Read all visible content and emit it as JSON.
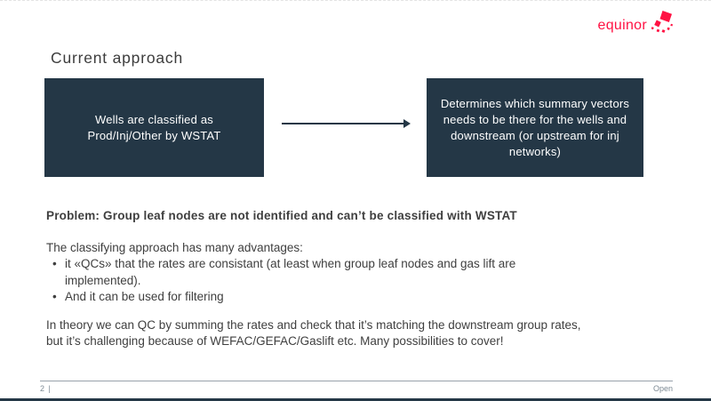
{
  "slide": {
    "title": "Current approach",
    "logo": {
      "text": "equinor",
      "symbol": "equinor-star",
      "color": "#ff1243"
    },
    "flow": {
      "left_box": "Wells are classified as\nProd/Inj/Other by WSTAT",
      "right_box": "Determines which summary vectors\nneeds to be there for the wells and\ndownstream (or upstream for inj\nnetworks)"
    },
    "problem_heading": "Problem: Group leaf nodes are not identified and can’t be classified with WSTAT",
    "advantages_intro": "The classifying approach has many advantages:",
    "bullets": [
      "it «QCs» that the rates are consistant (at least when group leaf nodes and gas lift are\nimplemented).",
      "And it can be used for filtering"
    ],
    "closing_paragraph": "In theory we can QC by summing the rates and check that it’s matching the downstream group rates,\nbut it’s challenging because of WEFAC/GEFAC/Gaslift etc. Many possibilities to cover!",
    "footer": {
      "page_number": "2  |",
      "classification": "Open"
    },
    "colors": {
      "box_fill": "#243746",
      "accent_red": "#ff1243",
      "body_text": "#3f3f3f",
      "footer_gray": "#7d8a94",
      "bottom_bar": "#243746"
    }
  }
}
